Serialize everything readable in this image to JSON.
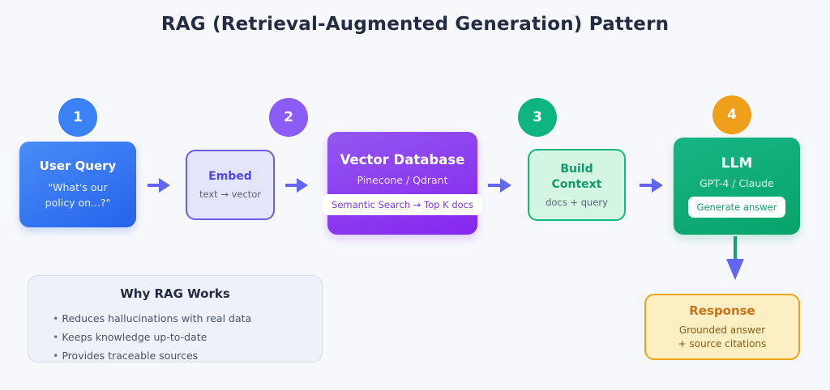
{
  "page": {
    "title": "RAG (Retrieval-Augmented Generation) Pattern",
    "background": "#f7f8fb"
  },
  "flow": {
    "badges": [
      {
        "label": "1",
        "color": "#3b82f6"
      },
      {
        "label": "2",
        "color": "#8b5cf6"
      },
      {
        "label": "3",
        "color": "#0fb57f"
      },
      {
        "label": "4",
        "color": "#efa01b"
      }
    ],
    "nodes": [
      {
        "id": "user-query",
        "title": "User Query",
        "subtitle": "\"What's our\npolicy on...?\"",
        "subtitle_line1": "\"What's our",
        "subtitle_line2": "policy on...?\"",
        "color": "#2563eb"
      },
      {
        "id": "embed",
        "title": "Embed",
        "subtitle": "text → vector",
        "color": "#6d5ce7"
      },
      {
        "id": "vector-database",
        "title": "Vector Database",
        "subtitle": "Pinecone / Qdrant",
        "pill": "Semantic Search → Top K docs",
        "color": "#8626ef"
      },
      {
        "id": "build-context",
        "title_line1": "Build",
        "title_line2": "Context",
        "subtitle": "docs + query",
        "color": "#14b87c"
      },
      {
        "id": "llm",
        "title": "LLM",
        "subtitle": "GPT-4 / Claude",
        "pill": "Generate answer",
        "color": "#09a36c"
      }
    ],
    "response": {
      "title": "Response",
      "subtitle_line1": "Grounded answer",
      "subtitle_line2": "+ source citations",
      "color": "#eda41c"
    },
    "arrow_color": "#6366f1",
    "down_arrow_line_color": "#0fa36d"
  },
  "info_panel": {
    "title": "Why RAG Works",
    "bullets": [
      "Reduces hallucinations with real data",
      "Keeps knowledge up-to-date",
      "Provides traceable sources"
    ]
  }
}
